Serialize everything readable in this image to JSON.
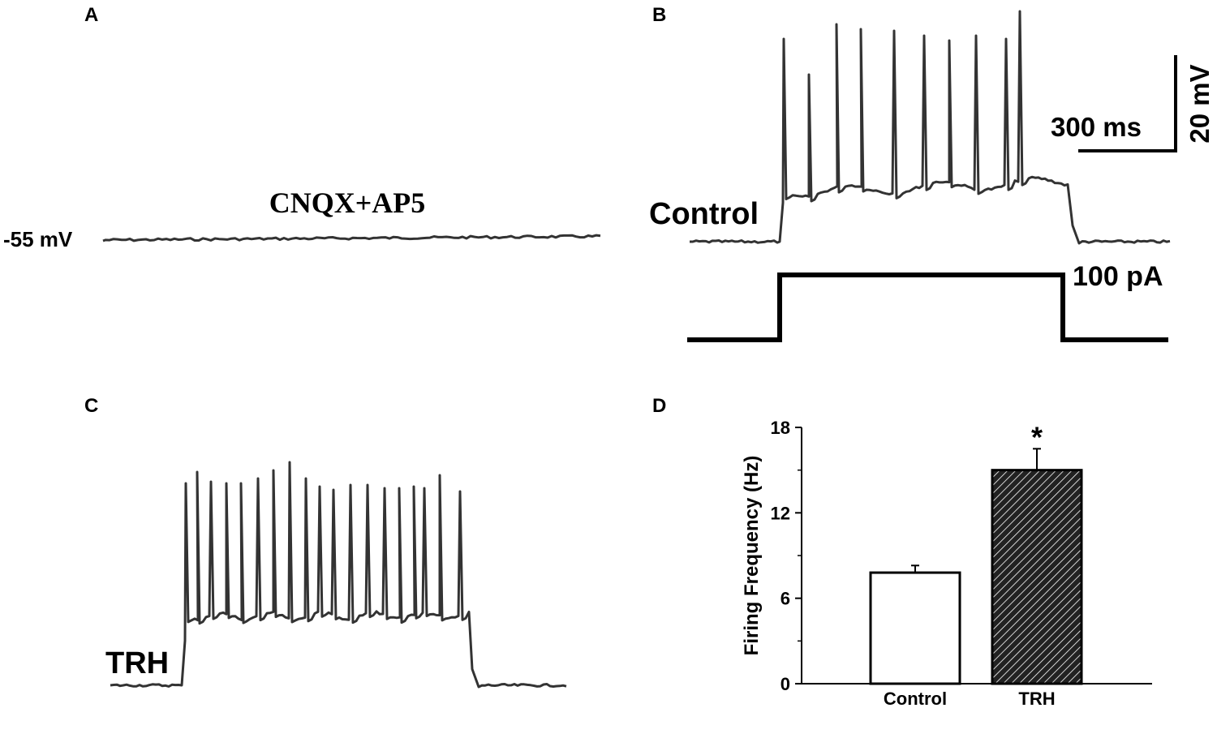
{
  "panels": {
    "a": {
      "label": "A",
      "drug": "CNQX+AP5",
      "vm": "-55 mV"
    },
    "b": {
      "label": "B",
      "trace": "Control",
      "current": "100 pA",
      "scale_time": "300 ms",
      "scale_voltage": "20 mV"
    },
    "c": {
      "label": "C",
      "trace": "TRH"
    },
    "d": {
      "label": "D"
    }
  },
  "colors": {
    "trace": "#333333",
    "axis": "#000000",
    "bar_control": "#ffffff",
    "bar_trh_hatch": "#000000"
  },
  "chart_data": {
    "type": "bar",
    "categories": [
      "Control",
      "TRH"
    ],
    "values": [
      7.8,
      15.0
    ],
    "errors": [
      0.5,
      1.5
    ],
    "annotations": [
      "",
      "*"
    ],
    "fills": [
      "open",
      "hatched"
    ],
    "ylabel": "Firing Frequency (Hz)",
    "ylim": [
      0,
      18
    ],
    "yticks": [
      0,
      6,
      12,
      18
    ],
    "grid": false
  }
}
